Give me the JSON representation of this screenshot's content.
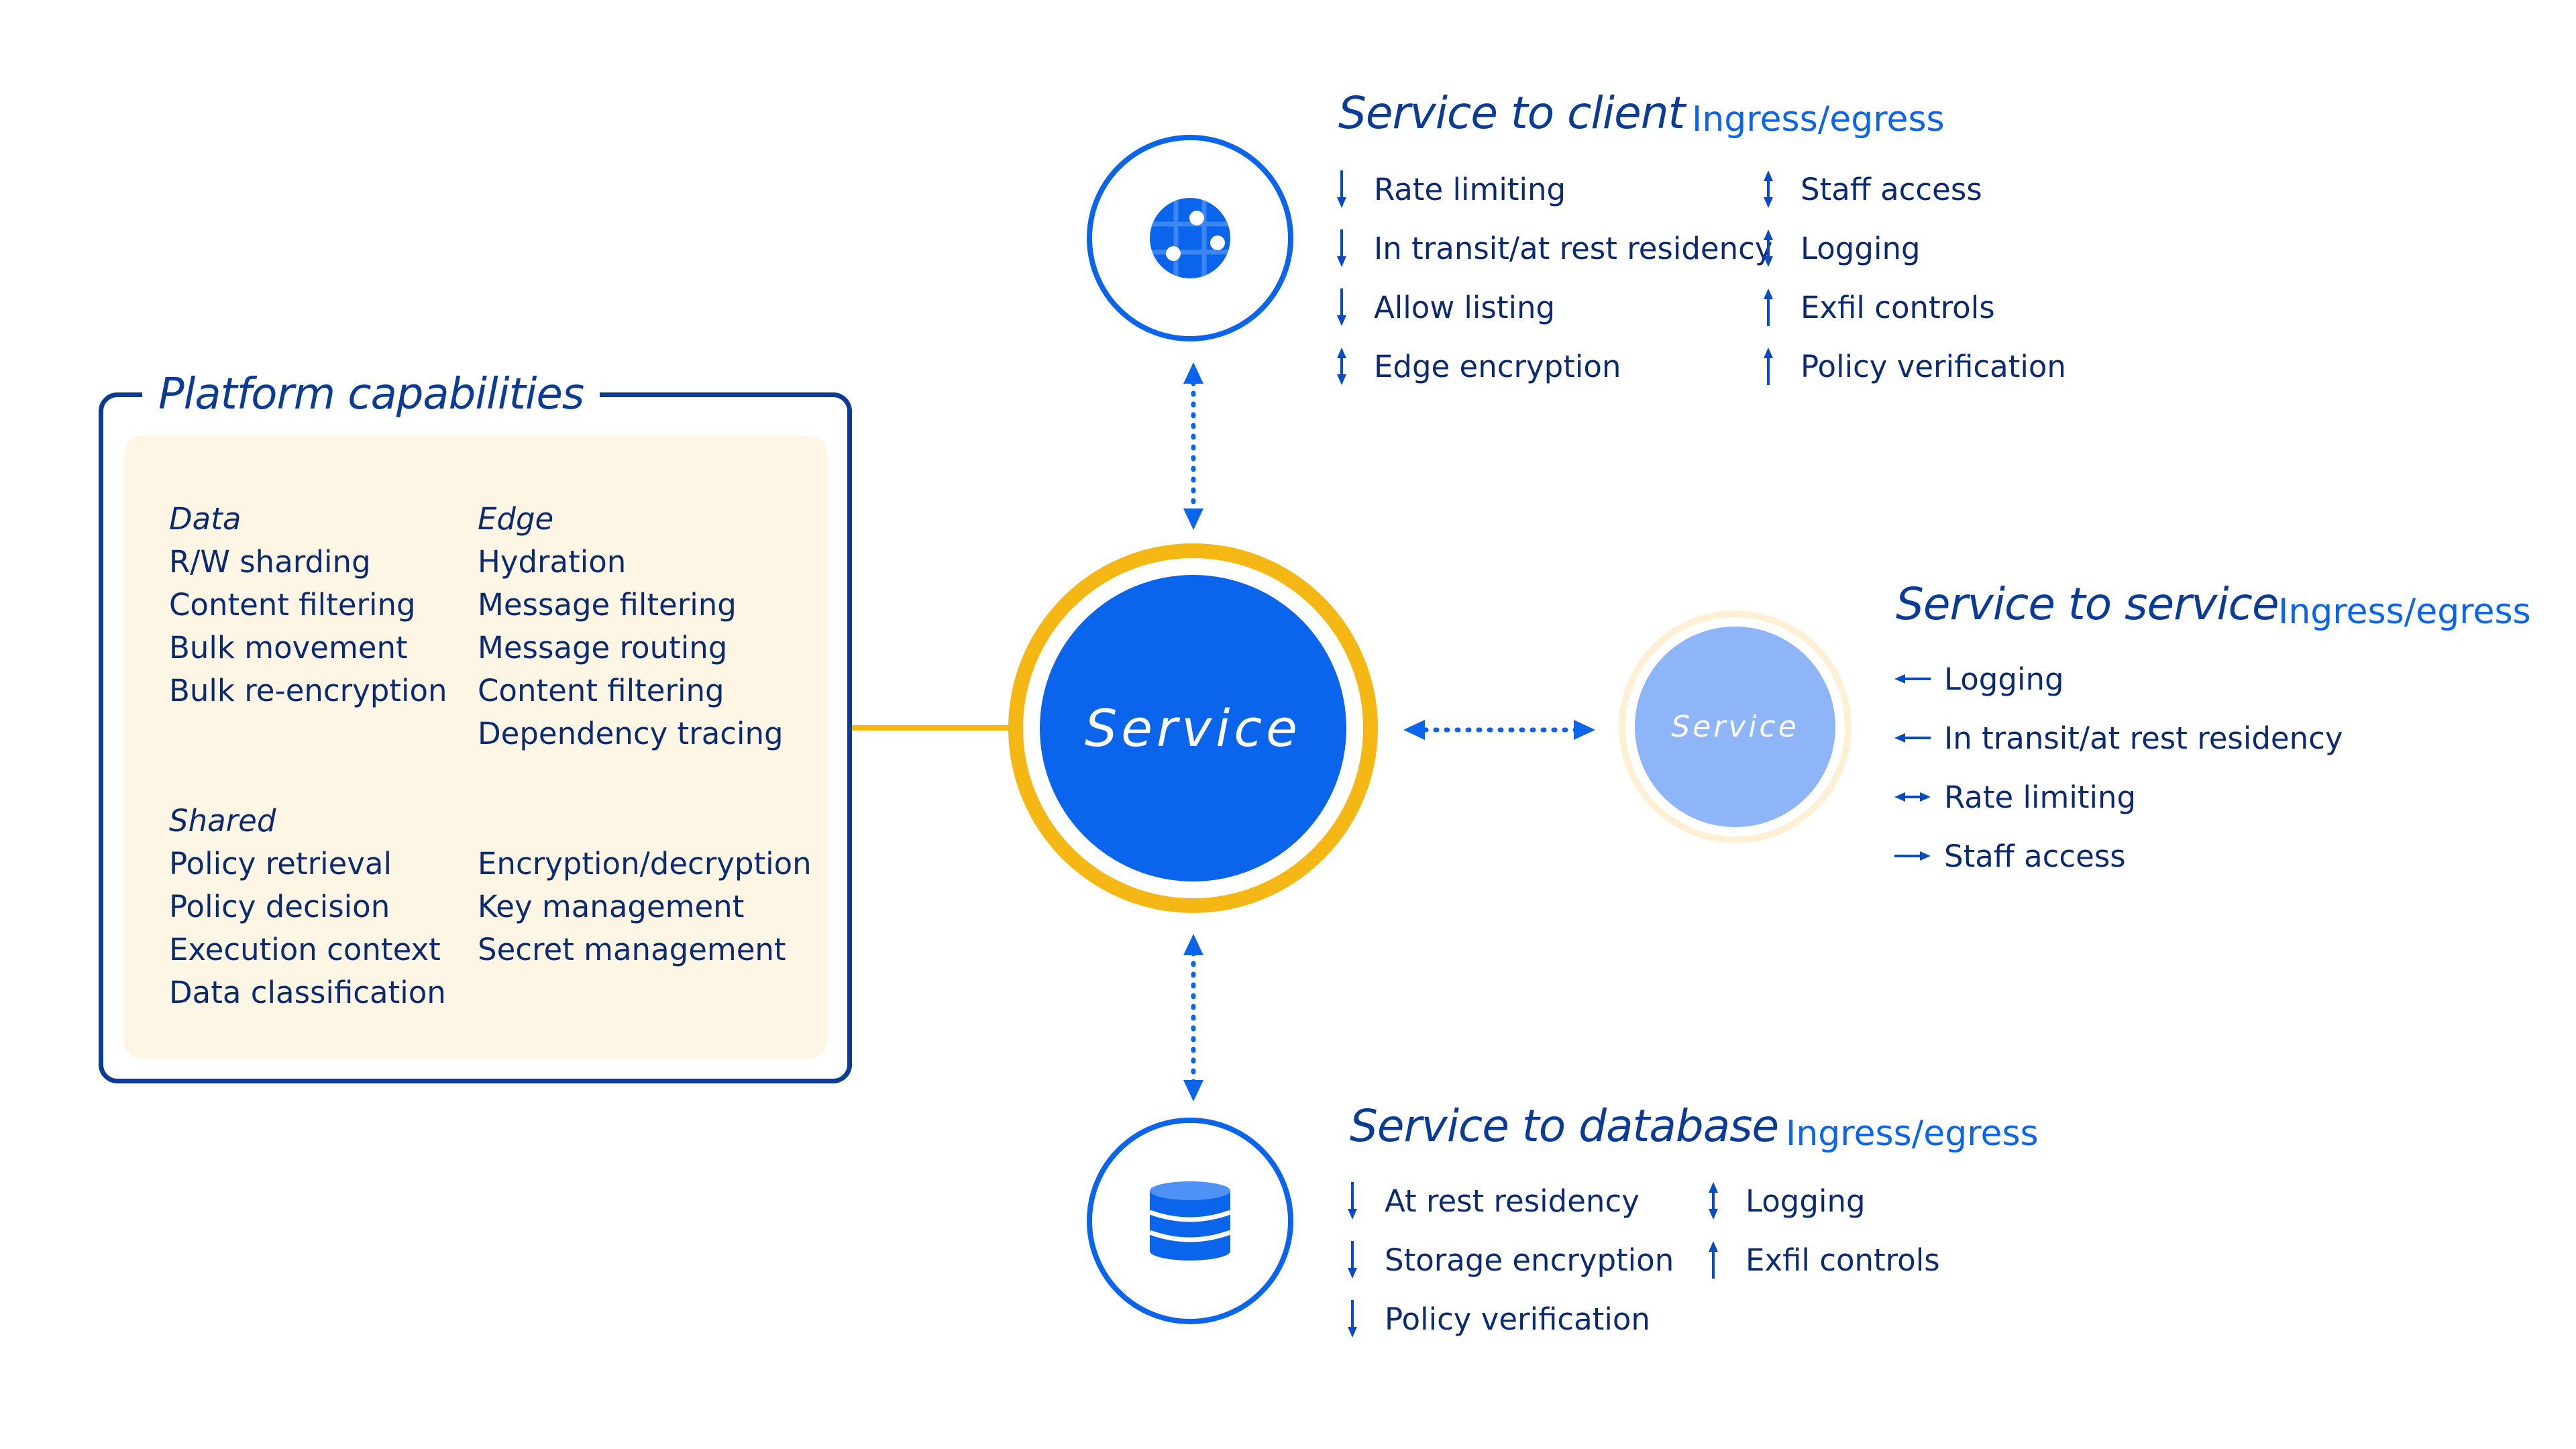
{
  "platform": {
    "title": "Platform capabilities",
    "data": {
      "heading": "Data",
      "items": [
        "R/W sharding",
        "Content filtering",
        "Bulk movement",
        "Bulk re-encryption"
      ]
    },
    "edge": {
      "heading": "Edge",
      "items": [
        "Hydration",
        "Message filtering",
        "Message routing",
        "Content filtering",
        "Dependency tracing"
      ]
    },
    "shared": {
      "heading": "Shared",
      "items_left": [
        "Policy retrieval",
        "Policy decision",
        "Execution context",
        "Data classification"
      ],
      "items_right": [
        "Encryption/decryption",
        "Key management",
        "Secret management"
      ]
    }
  },
  "service": {
    "main_label": "Service",
    "secondary_label": "Service"
  },
  "client": {
    "title": "Service to client",
    "subtitle": "Ingress/egress",
    "icon": "globe-icon",
    "left_items": [
      {
        "label": "Rate limiting",
        "dir": "down"
      },
      {
        "label": "In transit/at rest residency",
        "dir": "down"
      },
      {
        "label": "Allow listing",
        "dir": "down"
      },
      {
        "label": "Edge encryption",
        "dir": "both"
      }
    ],
    "right_items": [
      {
        "label": "Staff access",
        "dir": "both"
      },
      {
        "label": "Logging",
        "dir": "both"
      },
      {
        "label": "Exfil controls",
        "dir": "up"
      },
      {
        "label": "Policy verification",
        "dir": "up"
      }
    ]
  },
  "s2s": {
    "title": "Service to service",
    "subtitle": "Ingress/egress",
    "items": [
      {
        "label": "Logging",
        "dir": "left"
      },
      {
        "label": "In transit/at rest residency",
        "dir": "left"
      },
      {
        "label": "Rate limiting",
        "dir": "leftright"
      },
      {
        "label": "Staff access",
        "dir": "right"
      }
    ]
  },
  "database": {
    "title": "Service to database",
    "subtitle": "Ingress/egress",
    "icon": "database-icon",
    "left_items": [
      {
        "label": "At rest residency",
        "dir": "down"
      },
      {
        "label": "Storage encryption",
        "dir": "down"
      },
      {
        "label": "Policy verification",
        "dir": "down"
      }
    ],
    "right_items": [
      {
        "label": "Logging",
        "dir": "both"
      },
      {
        "label": "Exfil controls",
        "dir": "up"
      }
    ]
  },
  "colors": {
    "primary_blue": "#0b65ec",
    "dark_blue": "#0a3b96",
    "text": "#0b2a70",
    "gold": "#f5b713",
    "light_blue": "#8fb5f9",
    "cream": "#fef6e4"
  }
}
